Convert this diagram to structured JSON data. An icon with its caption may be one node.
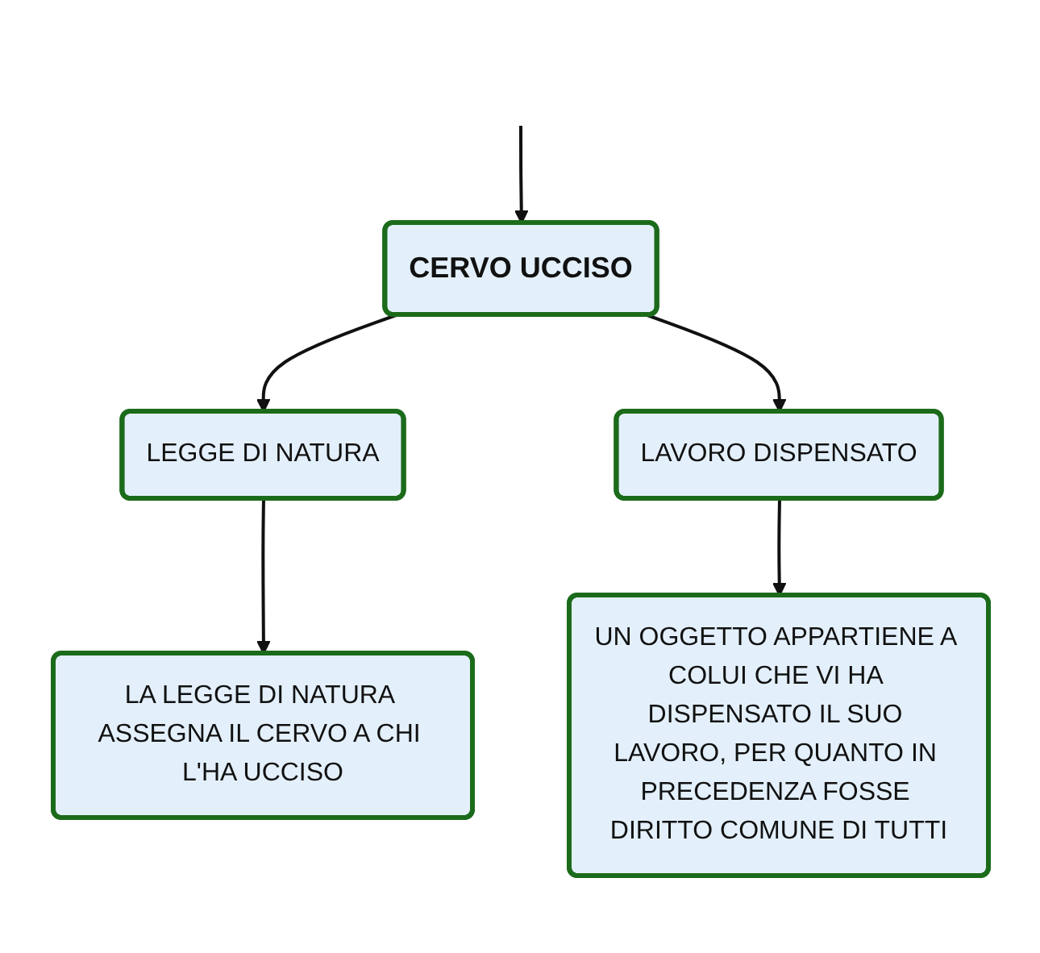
{
  "diagram": {
    "nodes": [
      {
        "text": [
          "CERVO UCCISO"
        ]
      },
      {
        "text": [
          "LEGGE DI NATURA"
        ]
      },
      {
        "text": [
          "LAVORO DISPENSATO"
        ]
      },
      {
        "text": [
          "LA LEGGE DI NATURA ASSEGNA IL CERVO A CHI L'HA UCCISO"
        ]
      },
      {
        "text": [
          "UN OGGETTO APPARTIENE A COLUI CHE VI HA DISPENSATO IL SUO LAVORO, PER QUANTO IN PRECEDENZA FOSSE DIRITTO COMUNE DI TUTTI"
        ]
      }
    ],
    "edges": [
      {
        "from": null,
        "to": 0,
        "arrow": "to"
      },
      {
        "from": 0,
        "to": 1,
        "arrow": "to"
      },
      {
        "from": 0,
        "to": 2,
        "arrow": "to"
      },
      {
        "from": 1,
        "to": 3,
        "arrow": "to"
      },
      {
        "from": 2,
        "to": 4,
        "arrow": "to"
      }
    ]
  }
}
